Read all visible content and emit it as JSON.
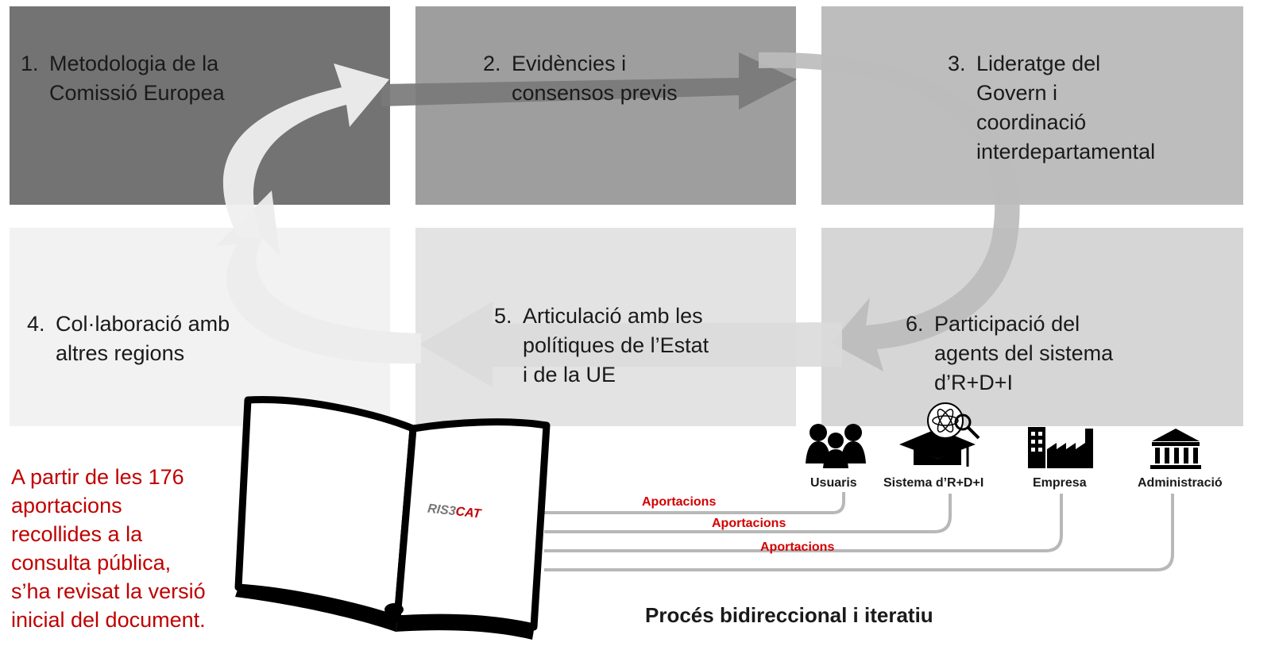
{
  "steps": [
    {
      "num": "1.",
      "text": "Metodologia de la\nComissió Europea"
    },
    {
      "num": "2.",
      "text": "Evidències i\nconsensos previs"
    },
    {
      "num": "3.",
      "text": "Lideratge del\nGovern i\ncoordinació\ninterdepartamental"
    },
    {
      "num": "4.",
      "text": "Col·laboració amb\naltres regions"
    },
    {
      "num": "5.",
      "text": "Articulació amb les\npolítiques de l’Estat\ni de la UE"
    },
    {
      "num": "6.",
      "text": "Participació del\nagents del sistema\nd’R+D+I"
    }
  ],
  "actors": [
    {
      "label": "Usuaris",
      "icon": "people-icon"
    },
    {
      "label": "Sistema d’R+D+I",
      "icon": "graduation-cap-atom-icon"
    },
    {
      "label": "Empresa",
      "icon": "factory-icon"
    },
    {
      "label": "Administració",
      "icon": "government-building-icon"
    }
  ],
  "contributions": [
    "Aportacions",
    "Aportacions",
    "Aportacions"
  ],
  "book": {
    "brand_prefix": "RIS3",
    "brand_suffix": "CAT",
    "icon": "open-book-icon"
  },
  "note": "A partir de les 176\naportacions\nrecollides a la\nconsulta pública,\ns’ha revisat la versió\ninicial del document.",
  "footer": "Procés bidireccional i iteratiu",
  "colors": {
    "panel_1": "#737373",
    "panel_2": "#9e9e9e",
    "panel_3": "#bdbdbd",
    "panel_4": "#f2f2f2",
    "panel_5": "#e3e3e3",
    "panel_6": "#d6d6d6",
    "accent_red": "#c00000",
    "contribution_red": "#d40000"
  }
}
